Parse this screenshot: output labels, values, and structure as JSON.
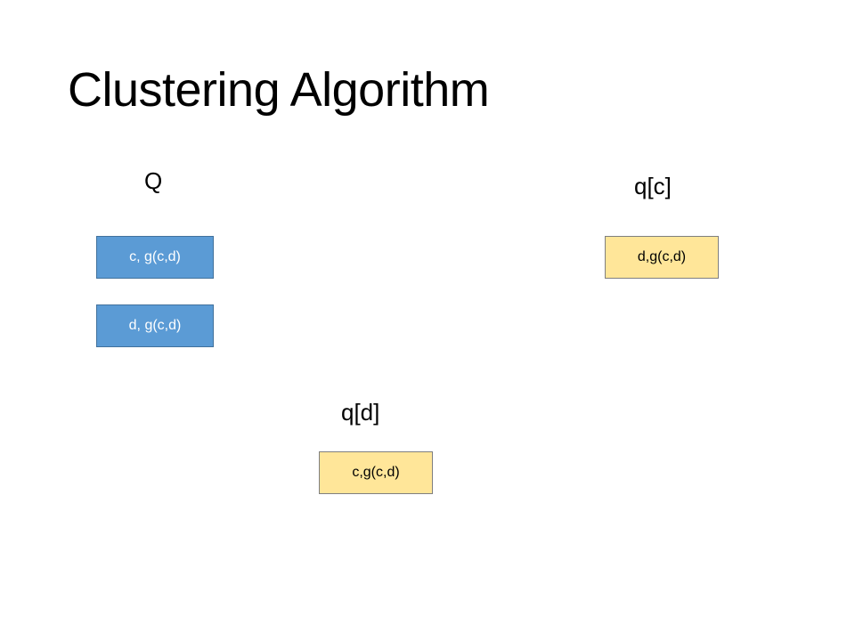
{
  "title": "Clustering Algorithm",
  "colors": {
    "queue_fill": "#5b9bd5",
    "map_fill": "#ffe699"
  },
  "groups": {
    "Q": {
      "label": "Q",
      "items": [
        "c, g(c,d)",
        "d, g(c,d)"
      ]
    },
    "qc": {
      "label": "q[c]",
      "items": [
        "d,g(c,d)"
      ]
    },
    "qd": {
      "label": "q[d]",
      "items": [
        "c,g(c,d)"
      ]
    }
  }
}
